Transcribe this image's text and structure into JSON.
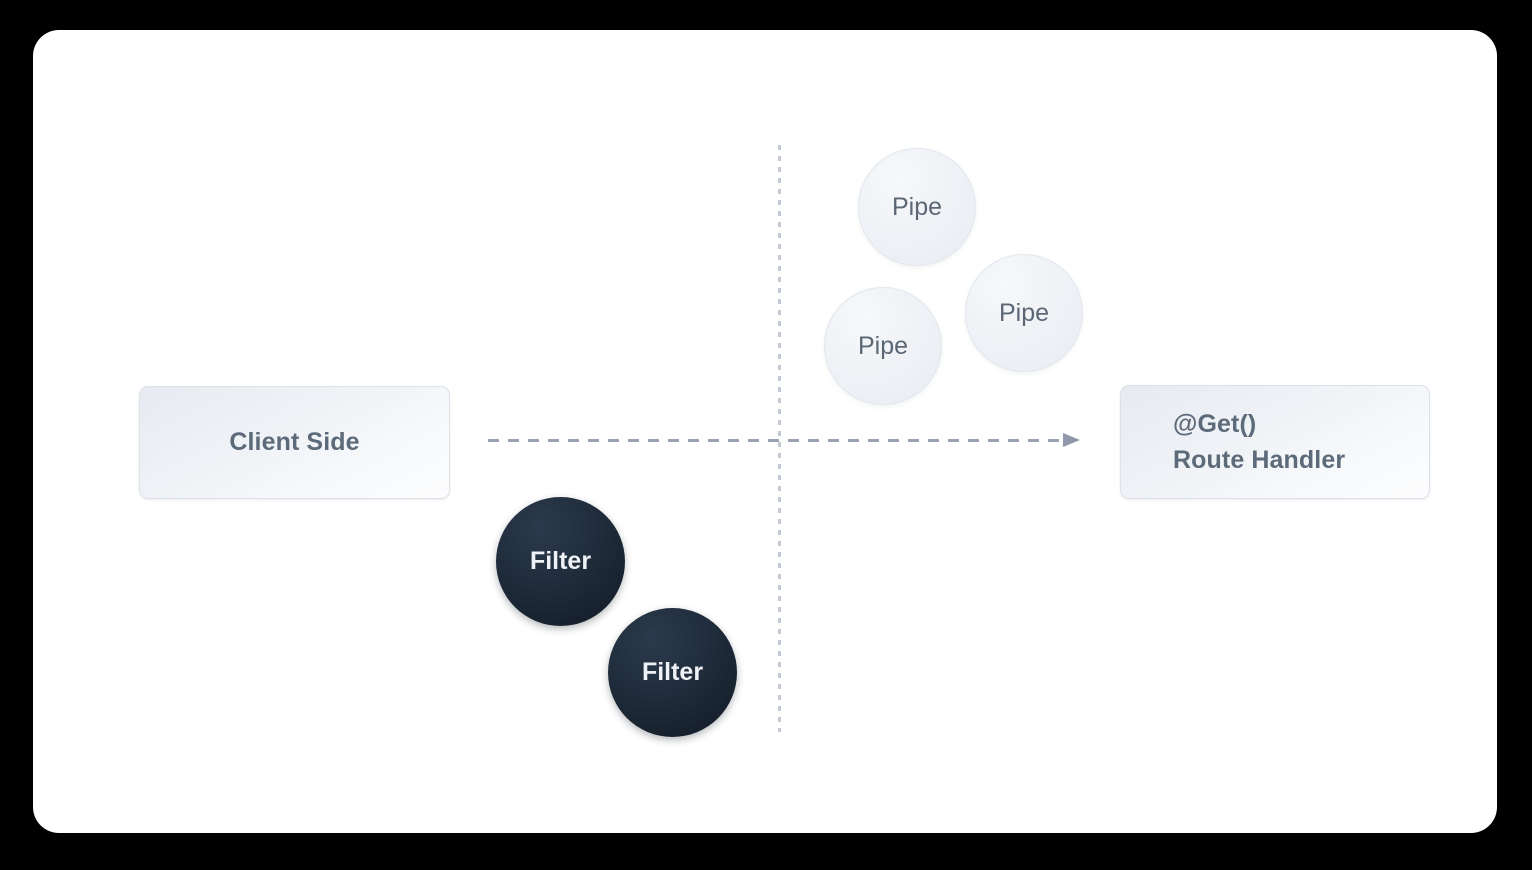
{
  "canvas": {
    "background_color": "#000000",
    "card_background_color": "#ffffff"
  },
  "diagram": {
    "type": "request-lifecycle-flow",
    "divider": {
      "orientation": "vertical",
      "style": "dashed",
      "color": "#c3cad4"
    },
    "flow": {
      "from": "Client Side",
      "to": "@Get()\nRoute Handler",
      "style": "dashed-arrow",
      "color": "#8d98a8",
      "direction": "left-to-right"
    },
    "boxes": [
      {
        "id": "client-side",
        "label": "Client Side",
        "text_color": "#5c6a7a"
      },
      {
        "id": "route-handler",
        "label": "@Get()\nRoute Handler",
        "text_color": "#5c6a7a"
      }
    ],
    "pipes": [
      {
        "id": "pipe-1",
        "label": "Pipe"
      },
      {
        "id": "pipe-2",
        "label": "Pipe"
      },
      {
        "id": "pipe-3",
        "label": "Pipe"
      }
    ],
    "filters": [
      {
        "id": "filter-1",
        "label": "Filter"
      },
      {
        "id": "filter-2",
        "label": "Filter"
      }
    ],
    "colors": {
      "pipe_fill": "#eef1f5",
      "pipe_text": "#5c6775",
      "filter_fill": "#1d2937",
      "filter_text": "#eef2f6",
      "box_border": "#dde2e9"
    }
  }
}
